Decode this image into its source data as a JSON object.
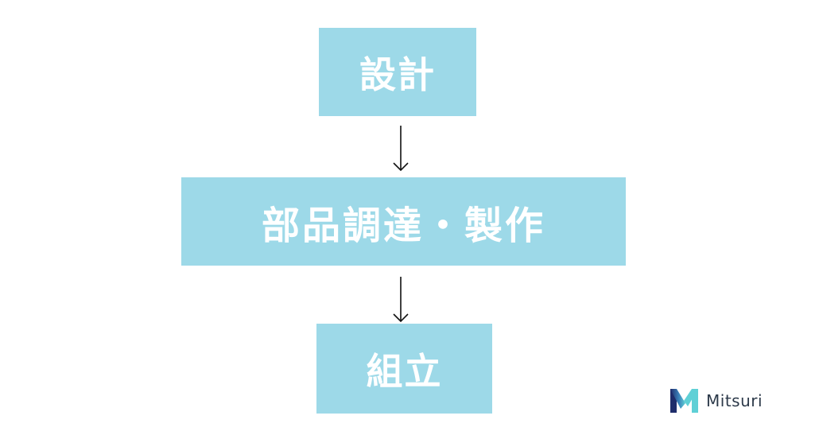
{
  "steps": [
    {
      "label": "設計"
    },
    {
      "label": "部品調達・製作"
    },
    {
      "label": "組立"
    }
  ],
  "logo": {
    "text": "Mitsuri"
  },
  "colors": {
    "box_fill": "#9dd9e8",
    "box_text": "#ffffff",
    "arrow": "#111111",
    "logo_dark": "#1f2d6b",
    "logo_light": "#5fd0d6"
  }
}
